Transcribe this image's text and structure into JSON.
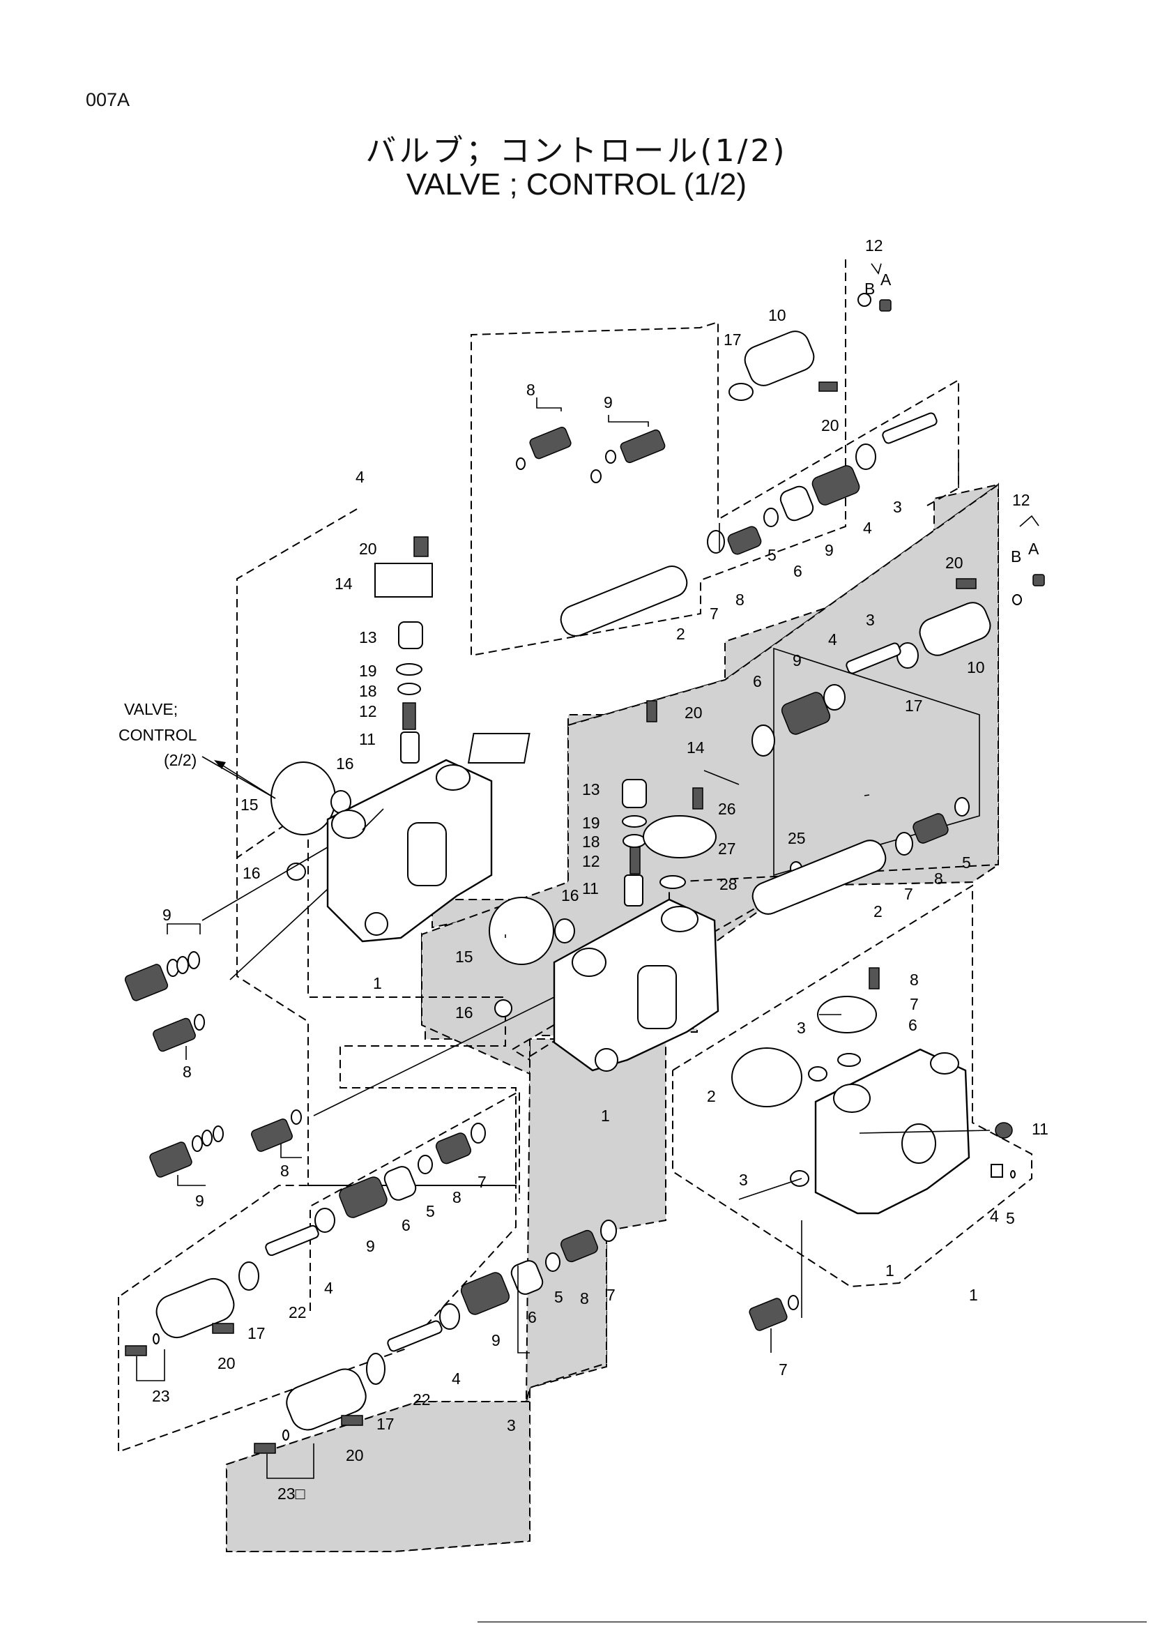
{
  "page_code": "007A",
  "title_jp": "バルブ；コントロール(1/2)",
  "title_en": "VALVE ; CONTROL (1/2)",
  "cross_reference": [
    "VALVE;",
    "CONTROL",
    "(2/2)"
  ],
  "variant_letters": [
    "B",
    "A"
  ],
  "labels": {
    "p1": "1",
    "p2": "2",
    "p3": "3",
    "p4": "4",
    "p5": "5",
    "p6": "6",
    "p7": "7",
    "p8": "8",
    "p9": "9",
    "p10": "10",
    "p11": "11",
    "p12": "12",
    "p13": "13",
    "p14": "14",
    "p15": "15",
    "p16": "16",
    "p17": "17",
    "p18": "18",
    "p19": "19",
    "p20": "20",
    "p22": "22",
    "p23": "23",
    "p23b": "23□",
    "p25": "25",
    "p26": "26",
    "p27": "27",
    "p28": "28"
  }
}
